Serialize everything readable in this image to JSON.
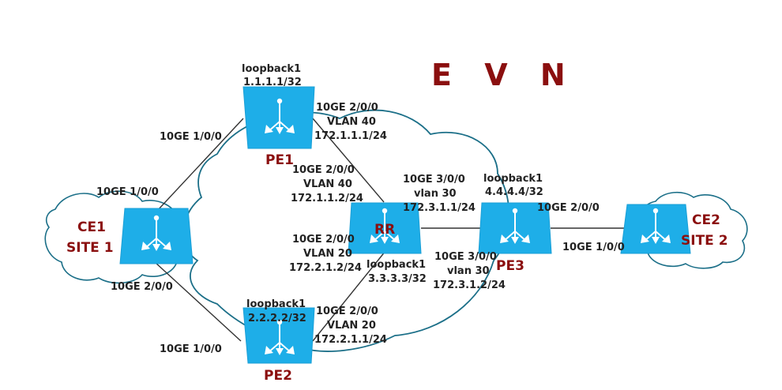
{
  "title": "E V N",
  "colors": {
    "device": "#1eaee8",
    "device_edge": "#1b9fd6",
    "node_label": "#8b0f0f",
    "title": "#8b0f0f",
    "link": "#333333",
    "cloud_stroke": "#1b6f88"
  },
  "nodes": {
    "pe1": {
      "label": "PE1",
      "loopback": "loopback1",
      "address": "1.1.1.1/32"
    },
    "pe2": {
      "label": "PE2",
      "loopback": "loopback1",
      "address": "2.2.2.2/32"
    },
    "pe3": {
      "label": "PE3",
      "loopback": "loopback1",
      "address": "4.4.4.4/32"
    },
    "rr": {
      "label": "RR",
      "loopback": "loopback1",
      "address": "3.3.3.3/32"
    },
    "ce1": {
      "label": "CE1",
      "site": "SITE 1"
    },
    "ce2": {
      "label": "CE2",
      "site": "SITE 2"
    }
  },
  "links": {
    "pe1_ce1": {
      "pe1_if": "10GE 1/0/0",
      "ce1_if": "10GE 1/0/0"
    },
    "pe2_ce1": {
      "pe2_if": "10GE 1/0/0",
      "ce1_if": "10GE 2/0/0"
    },
    "pe1_rr": {
      "pe1_if": "10GE 2/0/0",
      "pe1_vlan": "VLAN 40",
      "pe1_ip": "172.1.1.1/24",
      "rr_if": "10GE 2/0/0",
      "rr_vlan": "VLAN 40",
      "rr_ip": "172.1.1.2/24"
    },
    "pe2_rr": {
      "pe2_if": "10GE 2/0/0",
      "pe2_vlan": "VLAN 20",
      "pe2_ip": "172.2.1.1/24",
      "rr_if": "10GE 2/0/0",
      "rr_vlan": "VLAN 20",
      "rr_ip": "172.2.1.2/24"
    },
    "rr_pe3": {
      "rr_if": "10GE 3/0/0",
      "rr_vlan": "vlan 30",
      "rr_ip": "172.3.1.1/24",
      "pe3_if": "10GE 3/0/0",
      "pe3_vlan": "vlan 30",
      "pe3_ip": "172.3.1.2/24"
    },
    "pe3_ce2": {
      "pe3_if": "10GE 2/0/0",
      "ce2_if": "10GE 1/0/0"
    }
  }
}
